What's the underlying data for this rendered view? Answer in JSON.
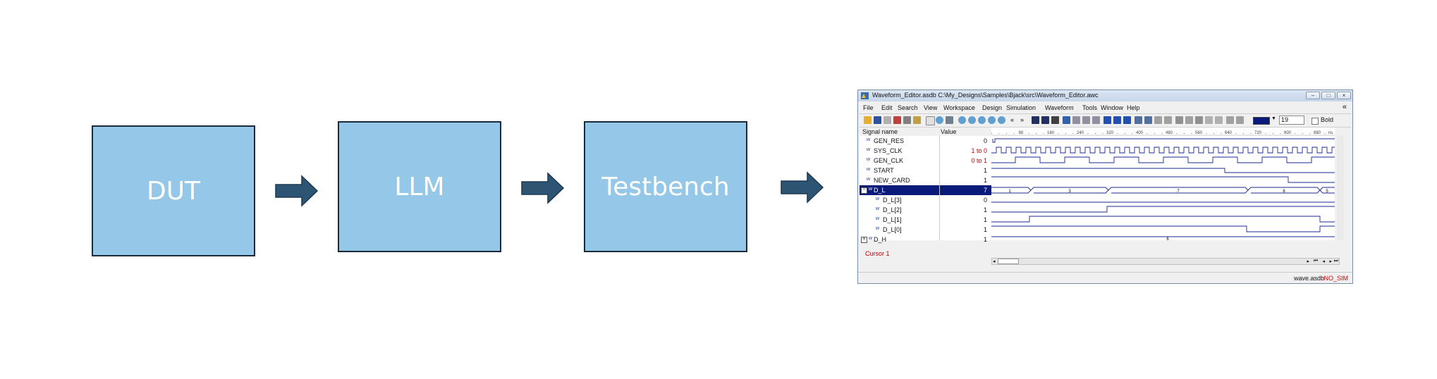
{
  "flow": {
    "boxes": [
      {
        "label": "DUT"
      },
      {
        "label": "LLM"
      },
      {
        "label": "Testbench"
      }
    ],
    "box_color": "#95c8e8",
    "arrow_color": "#2d5573"
  },
  "window": {
    "title": "Waveform_Editor.asdb C:\\My_Designs\\Samples\\Bjack\\src\\Waveform_Editor.awc",
    "menu": [
      "File",
      "Edit",
      "Search",
      "View",
      "Workspace",
      "Design",
      "Simulation",
      "Waveform",
      "Tools",
      "Window",
      "Help"
    ],
    "toolbar": {
      "font_size": "19",
      "bold_label": "Bold"
    },
    "columns": {
      "signal": "Signal name",
      "value": "Value"
    },
    "timeline_ticks": [
      "80",
      "160",
      "240",
      "320",
      "400",
      "480",
      "560",
      "640",
      "720",
      "800",
      "880",
      "ns"
    ],
    "signals": [
      {
        "name": "GEN_RES",
        "value": "0"
      },
      {
        "name": "SYS_CLK",
        "value": "1 to 0"
      },
      {
        "name": "GEN_CLK",
        "value": "0 to 1"
      },
      {
        "name": "START",
        "value": "1"
      },
      {
        "name": "NEW_CARD",
        "value": "1"
      },
      {
        "name": "D_L",
        "value": "7"
      },
      {
        "name": "D_L[3]",
        "value": "0"
      },
      {
        "name": "D_L[2]",
        "value": "1"
      },
      {
        "name": "D_L[1]",
        "value": "1"
      },
      {
        "name": "D_L[0]",
        "value": "1"
      },
      {
        "name": "D_H",
        "value": "1"
      }
    ],
    "bus_values": {
      "D_L": [
        "1",
        "3",
        "7",
        "6",
        "5"
      ],
      "D_H": [
        "6"
      ]
    },
    "cursor_label": "Cursor 1",
    "status": {
      "file": "wave.asdb",
      "mode": "NO_SIM"
    }
  }
}
